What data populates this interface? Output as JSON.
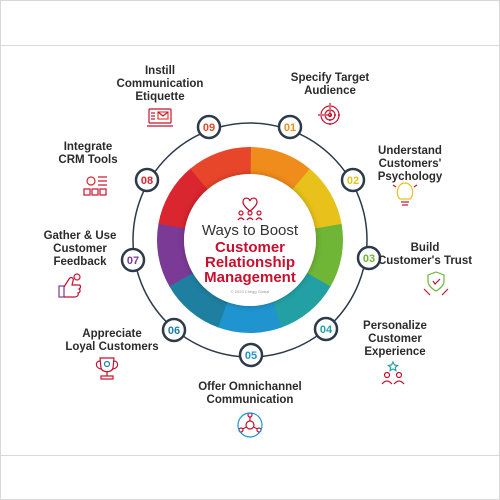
{
  "center": {
    "title_line1": "Ways to Boost",
    "title_line2": "Customer",
    "title_line3": "Relationship",
    "title_line4": "Management",
    "credit": "© 2023 Chegg Global"
  },
  "colors": {
    "red_accent": "#c8102e",
    "ring_outline": "#2d3a4a",
    "node_fill": "#ffffff",
    "node_stroke": "#2d3a4a"
  },
  "steps": [
    {
      "num": "01",
      "label": "Specify Target\nAudience",
      "color": "#f08c1c",
      "icon": "target-icon"
    },
    {
      "num": "02",
      "label": "Understand\nCustomers'\nPsychology",
      "color": "#e8c21a",
      "icon": "lightbulb-head-icon"
    },
    {
      "num": "03",
      "label": "Build\nCustomer's Trust",
      "color": "#6fb536",
      "icon": "handshake-shield-icon"
    },
    {
      "num": "04",
      "label": "Personalize\nCustomer\nExperience",
      "color": "#23a0a4",
      "icon": "people-stars-icon"
    },
    {
      "num": "05",
      "label": "Offer Omnichannel\nCommunication",
      "color": "#1f94cf",
      "icon": "network-icon"
    },
    {
      "num": "06",
      "label": "Appreciate\nLoyal Customers",
      "color": "#1e7fa0",
      "icon": "trophy-icon"
    },
    {
      "num": "07",
      "label": "Gather & Use\nCustomer\nFeedback",
      "color": "#7b3a96",
      "icon": "thumbs-up-icon"
    },
    {
      "num": "08",
      "label": "Integrate\nCRM Tools",
      "color": "#d9262f",
      "icon": "crm-tools-icon"
    },
    {
      "num": "09",
      "label": "Instill\nCommunication\nEtiquette",
      "color": "#e8462a",
      "icon": "laptop-mail-icon"
    }
  ]
}
